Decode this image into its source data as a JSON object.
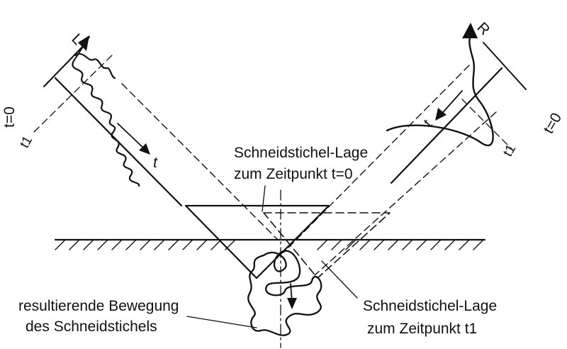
{
  "labels": {
    "beam_left": "L",
    "beam_right": "R",
    "time_t": "t",
    "t0_left": "t=0",
    "t0_right": "t=0",
    "t1_left": "t1",
    "t1_right": "t1",
    "position_t0_line1": "Schneidstichel-Lage",
    "position_t0_line2": "zum Zeitpunkt t=0",
    "position_t1_line1": "Schneidstichel-Lage",
    "position_t1_line2": "zum Zeitpunkt t1",
    "motion_line1": "resultierende Bewegung",
    "motion_line2": "des Schneidstichels"
  }
}
